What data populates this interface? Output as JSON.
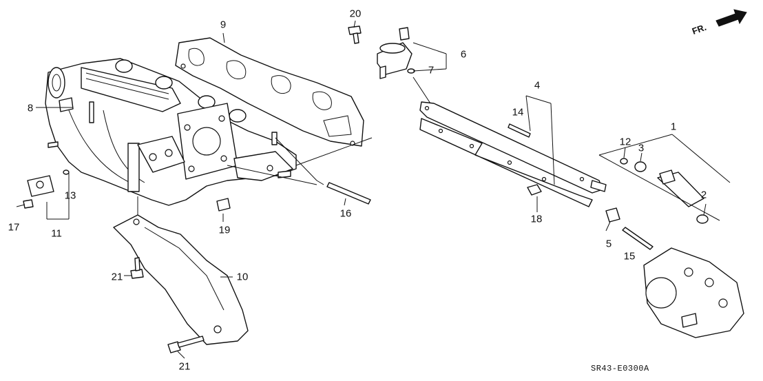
{
  "diagram": {
    "callouts": [
      {
        "id": "1",
        "text": "1"
      },
      {
        "id": "2",
        "text": "2"
      },
      {
        "id": "3",
        "text": "3"
      },
      {
        "id": "4",
        "text": "4"
      },
      {
        "id": "5",
        "text": "5"
      },
      {
        "id": "6",
        "text": "6"
      },
      {
        "id": "7",
        "text": "7"
      },
      {
        "id": "8",
        "text": "8"
      },
      {
        "id": "9",
        "text": "9"
      },
      {
        "id": "10",
        "text": "10"
      },
      {
        "id": "11",
        "text": "11"
      },
      {
        "id": "12",
        "text": "12"
      },
      {
        "id": "13",
        "text": "13"
      },
      {
        "id": "14",
        "text": "14"
      },
      {
        "id": "15",
        "text": "15"
      },
      {
        "id": "16",
        "text": "16"
      },
      {
        "id": "17",
        "text": "17"
      },
      {
        "id": "18",
        "text": "18"
      },
      {
        "id": "19",
        "text": "19"
      },
      {
        "id": "20",
        "text": "20"
      },
      {
        "id": "21a",
        "text": "21"
      },
      {
        "id": "21b",
        "text": "21"
      }
    ],
    "direction_marker": "FR.",
    "drawing_code": "SR43-E0300A"
  }
}
